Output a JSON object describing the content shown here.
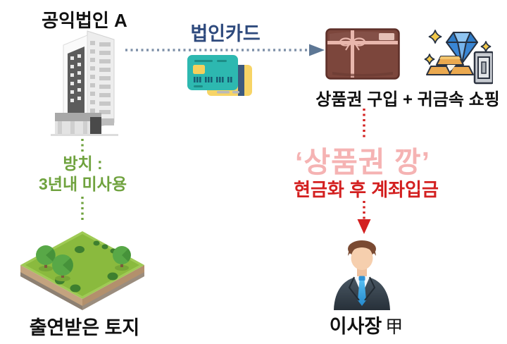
{
  "diagram": {
    "foundation_label": "공익법인 A",
    "card_label": "법인카드",
    "purchase_label": "상품권 구입 + 귀금속 쇼핑",
    "kkang_label": "‘상품권 깡’",
    "cash_label": "현금화 후 계좌입금",
    "chairman_label": "이사장",
    "chairman_suffix": "甲",
    "neglect_line1": "방치 :",
    "neglect_line2": "3년내 미사용",
    "land_label": "출연받은 토지"
  },
  "icons": {
    "building": "office-building-icon",
    "cards": "corporate-credit-cards-icon",
    "gift": "gift-parcel-icon",
    "jewelry": "diamond-gold-bars-icon",
    "person": "businessman-icon",
    "land": "land-plot-icon"
  },
  "colors": {
    "navy": "#2e4a7d",
    "red": "#d32020",
    "pink": "#f5b3b3",
    "green": "#6fa23e",
    "dot-slate": "#7e90a8",
    "arrow-slate": "#5d7795",
    "text": "#111111",
    "bg": "#ffffff"
  }
}
